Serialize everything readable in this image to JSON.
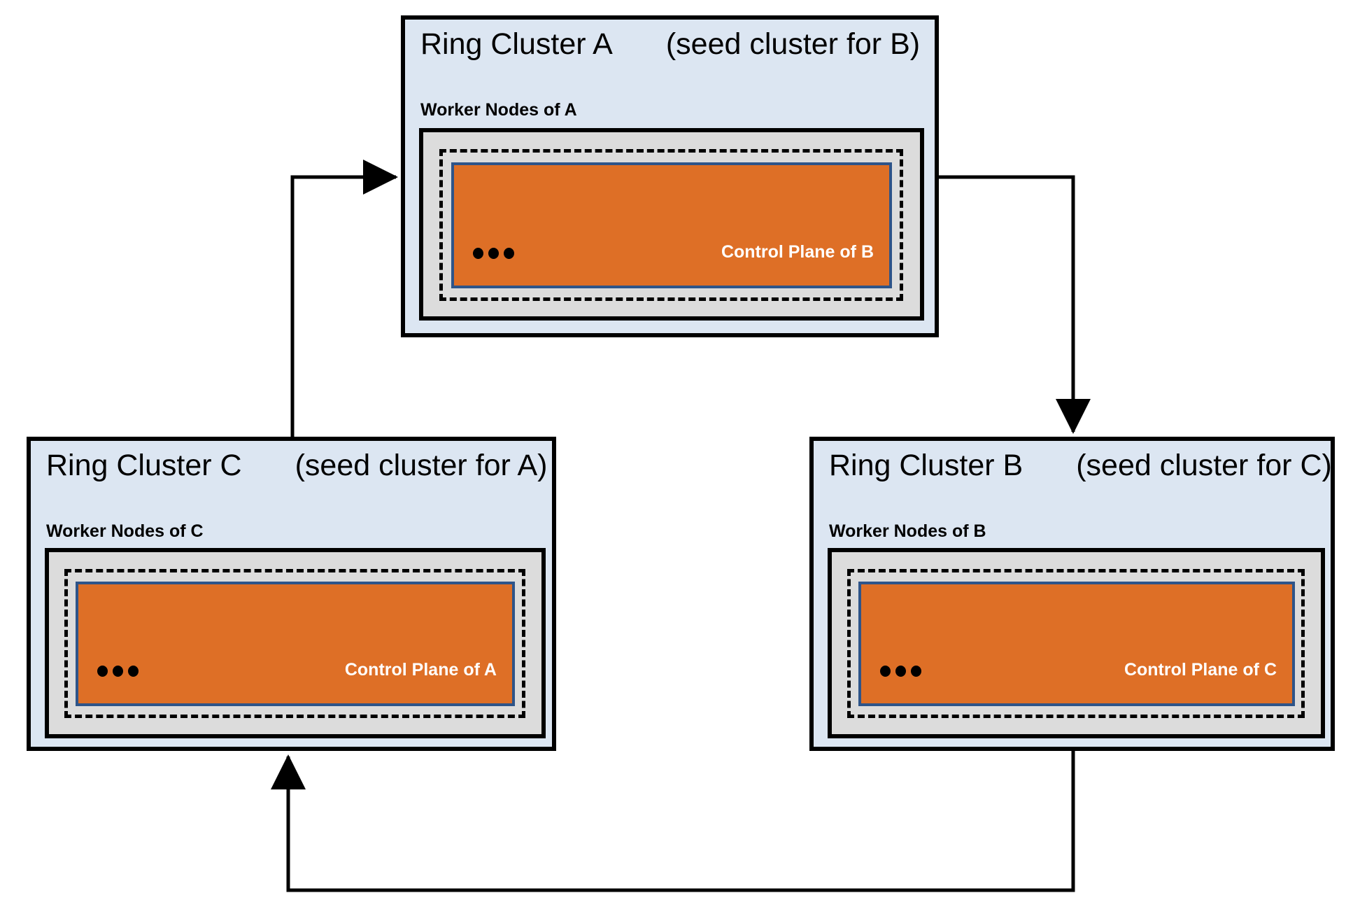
{
  "diagram": {
    "title": "Ring topology of Kubernetes clusters hosting each other's control planes",
    "type": "ring",
    "dots_glyph": "•••",
    "colors": {
      "cluster_fill": "#dce6f2",
      "cluster_border": "#000000",
      "worker_fill": "#dcdcdc",
      "worker_border": "#000000",
      "dashed_border": "#000000",
      "control_plane_fill": "#de6f26",
      "control_plane_border": "#2e5489",
      "control_plane_text": "#ffffff",
      "arrow": "#000000",
      "background": "#ffffff"
    }
  },
  "clusters": [
    {
      "id": "A",
      "name": "Ring Cluster A",
      "seed_note": "(seed cluster for B)",
      "worker_label": "Worker Nodes of A",
      "control_plane_label": "Control Plane of B"
    },
    {
      "id": "C",
      "name": "Ring Cluster C",
      "seed_note": "(seed cluster for A)",
      "worker_label": "Worker Nodes of C",
      "control_plane_label": "Control Plane of A"
    },
    {
      "id": "B",
      "name": "Ring Cluster B",
      "seed_note": "(seed cluster for C)",
      "worker_label": "Worker Nodes of B",
      "control_plane_label": "Control Plane of C"
    }
  ],
  "connections": [
    {
      "id": "c-to-a",
      "from": "Ring Cluster C",
      "to": "Ring Cluster A",
      "direction": "up-right"
    },
    {
      "id": "a-to-b",
      "from": "Ring Cluster A",
      "to": "Ring Cluster B",
      "direction": "right-down"
    },
    {
      "id": "b-to-c",
      "from": "Ring Cluster B",
      "to": "Ring Cluster C",
      "direction": "down-left-up"
    }
  ]
}
